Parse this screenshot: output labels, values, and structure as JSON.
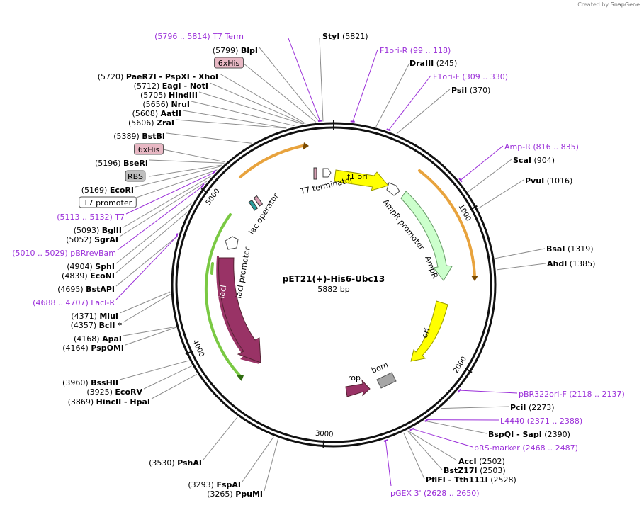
{
  "credit": {
    "prefix": "Created by",
    "app": "SnapGene"
  },
  "plasmid": {
    "name": "pET21(+)-His6-Ubc13",
    "length": "5882 bp",
    "bp": 5882
  },
  "ticks": [
    {
      "pos": 1000,
      "label": "1000"
    },
    {
      "pos": 2000,
      "label": "2000"
    },
    {
      "pos": 3000,
      "label": "3000"
    },
    {
      "pos": 4000,
      "label": "4000"
    },
    {
      "pos": 5000,
      "label": "5000"
    }
  ],
  "labels": [
    {
      "id": "t7term-primer",
      "kind": "primer",
      "text": "(5796 .. 5814)  T7 Term",
      "pos": 5805
    },
    {
      "id": "styi",
      "kind": "enzyme",
      "name": "StyI",
      "num": "(5821)",
      "pos": 5821
    },
    {
      "id": "blpi",
      "kind": "enzyme",
      "name": "BlpI",
      "num": "(5799)",
      "pos": 5799
    },
    {
      "id": "f1ori-r",
      "kind": "primer",
      "text": "F1ori-R   (99 .. 118)",
      "pos": 108
    },
    {
      "id": "hisbox1",
      "kind": "box",
      "text": "6xHis",
      "pos": 5780,
      "style": "his"
    },
    {
      "id": "draiii",
      "kind": "enzyme",
      "name": "DraIII",
      "num": "(245)",
      "pos": 245
    },
    {
      "id": "paer7i",
      "kind": "enzyme",
      "name": "PaeR7I - PspXI - XhoI",
      "num": "(5720)",
      "pos": 5720
    },
    {
      "id": "f1ori-f",
      "kind": "primer",
      "text": "F1ori-F   (309 .. 330)",
      "pos": 319
    },
    {
      "id": "eagi",
      "kind": "enzyme",
      "name": "EagI - NotI",
      "num": "(5712)",
      "pos": 5712
    },
    {
      "id": "psii",
      "kind": "enzyme",
      "name": "PsiI",
      "num": "(370)",
      "pos": 370
    },
    {
      "id": "hindiii",
      "kind": "enzyme",
      "name": "HindIII",
      "num": "(5705)",
      "pos": 5705
    },
    {
      "id": "nrui",
      "kind": "enzyme",
      "name": "NruI",
      "num": "(5656)",
      "pos": 5656
    },
    {
      "id": "aatii",
      "kind": "enzyme",
      "name": "AatII",
      "num": "(5608)",
      "pos": 5608
    },
    {
      "id": "zrai",
      "kind": "enzyme",
      "name": "ZraI",
      "num": "(5606)",
      "pos": 5606
    },
    {
      "id": "bstbi",
      "kind": "enzyme",
      "name": "BstBI",
      "num": "(5389)",
      "pos": 5389
    },
    {
      "id": "amp-r",
      "kind": "primer",
      "text": "Amp-R   (816 .. 835)",
      "pos": 825
    },
    {
      "id": "hisbox2",
      "kind": "box",
      "text": "6xHis",
      "pos": 5205,
      "style": "his"
    },
    {
      "id": "scai",
      "kind": "enzyme",
      "name": "ScaI",
      "num": "(904)",
      "pos": 904
    },
    {
      "id": "bseri",
      "kind": "enzyme",
      "name": "BseRI",
      "num": "(5196)",
      "pos": 5196
    },
    {
      "id": "rbs",
      "kind": "box",
      "text": "RBS",
      "pos": 5180,
      "style": "rbs"
    },
    {
      "id": "pvui",
      "kind": "enzyme",
      "name": "PvuI",
      "num": "(1016)",
      "pos": 1016
    },
    {
      "id": "ecori",
      "kind": "enzyme",
      "name": "EcoRI",
      "num": "(5169)",
      "pos": 5169
    },
    {
      "id": "t7prom",
      "kind": "box",
      "text": "T7 promoter",
      "pos": 5140,
      "style": "plain"
    },
    {
      "id": "t7-primer",
      "kind": "primer",
      "text": "(5113 .. 5132)  T7",
      "pos": 5122
    },
    {
      "id": "bglii",
      "kind": "enzyme",
      "name": "BglII",
      "num": "(5093)",
      "pos": 5093
    },
    {
      "id": "sgrai",
      "kind": "enzyme",
      "name": "SgrAI",
      "num": "(5052)",
      "pos": 5052
    },
    {
      "id": "pbrrevbam",
      "kind": "primer",
      "text": "(5010 .. 5029)  pBRrevBam",
      "pos": 5019
    },
    {
      "id": "bsai",
      "kind": "enzyme",
      "name": "BsaI",
      "num": "(1319)",
      "pos": 1319
    },
    {
      "id": "sphi",
      "kind": "enzyme",
      "name": "SphI",
      "num": "(4904)",
      "pos": 4904
    },
    {
      "id": "ahdi",
      "kind": "enzyme",
      "name": "AhdI",
      "num": "(1385)",
      "pos": 1385
    },
    {
      "id": "econi",
      "kind": "enzyme",
      "name": "EcoNI",
      "num": "(4839)",
      "pos": 4839
    },
    {
      "id": "bstapi",
      "kind": "enzyme",
      "name": "BstAPI",
      "num": "(4695)",
      "pos": 4695
    },
    {
      "id": "laci-r",
      "kind": "primer",
      "text": "(4688 .. 4707)  LacI-R",
      "pos": 4697
    },
    {
      "id": "mlui",
      "kind": "enzyme",
      "name": "MluI",
      "num": "(4371)",
      "pos": 4371
    },
    {
      "id": "bcli",
      "kind": "enzyme",
      "name": "BclI *",
      "num": "(4357)",
      "pos": 4357
    },
    {
      "id": "apai",
      "kind": "enzyme",
      "name": "ApaI",
      "num": "(4168)",
      "pos": 4168
    },
    {
      "id": "pspomi",
      "kind": "enzyme",
      "name": "PspOMI",
      "num": "(4164)",
      "pos": 4164
    },
    {
      "id": "bsshii",
      "kind": "enzyme",
      "name": "BssHII",
      "num": "(3960)",
      "pos": 3960
    },
    {
      "id": "ecorv",
      "kind": "enzyme",
      "name": "EcoRV",
      "num": "(3925)",
      "pos": 3925
    },
    {
      "id": "hincii",
      "kind": "enzyme",
      "name": "HincII - HpaI",
      "num": "(3869)",
      "pos": 3869
    },
    {
      "id": "pshai",
      "kind": "enzyme",
      "name": "PshAI",
      "num": "(3530)",
      "pos": 3530
    },
    {
      "id": "fspai",
      "kind": "enzyme",
      "name": "FspAI",
      "num": "(3293)",
      "pos": 3293
    },
    {
      "id": "ppumi",
      "kind": "enzyme",
      "name": "PpuMI",
      "num": "(3265)",
      "pos": 3265
    },
    {
      "id": "pbr322ori-f",
      "kind": "primer",
      "text": "pBR322ori-F   (2118 .. 2137)",
      "pos": 2127
    },
    {
      "id": "pcii",
      "kind": "enzyme",
      "name": "PciI",
      "num": "(2273)",
      "pos": 2273
    },
    {
      "id": "l4440",
      "kind": "primer",
      "text": "L4440   (2371 .. 2388)",
      "pos": 2379
    },
    {
      "id": "bspqi",
      "kind": "enzyme",
      "name": "BspQI - SapI",
      "num": "(2390)",
      "pos": 2390
    },
    {
      "id": "prs-marker",
      "kind": "primer",
      "text": "pRS-marker   (2468 .. 2487)",
      "pos": 2477
    },
    {
      "id": "acci",
      "kind": "enzyme",
      "name": "AccI",
      "num": "(2502)",
      "pos": 2502
    },
    {
      "id": "bstz17i",
      "kind": "enzyme",
      "name": "BstZ17I",
      "num": "(2503)",
      "pos": 2503
    },
    {
      "id": "pflfi",
      "kind": "enzyme",
      "name": "PflFI - Tth111I",
      "num": "(2528)",
      "pos": 2528
    },
    {
      "id": "pgex3",
      "kind": "primer",
      "text": "pGEX 3'   (2628 .. 2650)",
      "pos": 2639
    }
  ],
  "features": [
    {
      "id": "f1-ori",
      "label": "f1 ori",
      "color": "#ffff00",
      "stroke": "#999900"
    },
    {
      "id": "ampr-promoter",
      "label": "AmpR promoter",
      "color": "#ffffff",
      "stroke": "#444444"
    },
    {
      "id": "ampr",
      "label": "AmpR",
      "color": "#ccffcc",
      "stroke": "#669966"
    },
    {
      "id": "ori",
      "label": "ori",
      "color": "#ffff00",
      "stroke": "#999900"
    },
    {
      "id": "rop",
      "label": "rop",
      "color": "#993366",
      "stroke": "#552233"
    },
    {
      "id": "bom",
      "label": "bom",
      "color": "#a6a6a6",
      "stroke": "#555555"
    },
    {
      "id": "laci",
      "label": "lacI",
      "color": "#993366",
      "stroke": "#552233"
    },
    {
      "id": "laci-promoter",
      "label": "lacI promoter",
      "color": "#ffffff",
      "stroke": "#444444"
    },
    {
      "id": "lac-operator",
      "label": "lac operator",
      "color": "#ffffff",
      "stroke": "#444444"
    },
    {
      "id": "t7-terminator",
      "label": "T7 terminator",
      "color": "#ffffff",
      "stroke": "#444444"
    }
  ],
  "colors": {
    "backbone": "#111111",
    "primer": "#9b30d9",
    "orange_arc": "#e8a33d",
    "green_arc": "#7ac943",
    "his_box": "#e8b8c4",
    "rbs_box": "#bfbfbf"
  }
}
